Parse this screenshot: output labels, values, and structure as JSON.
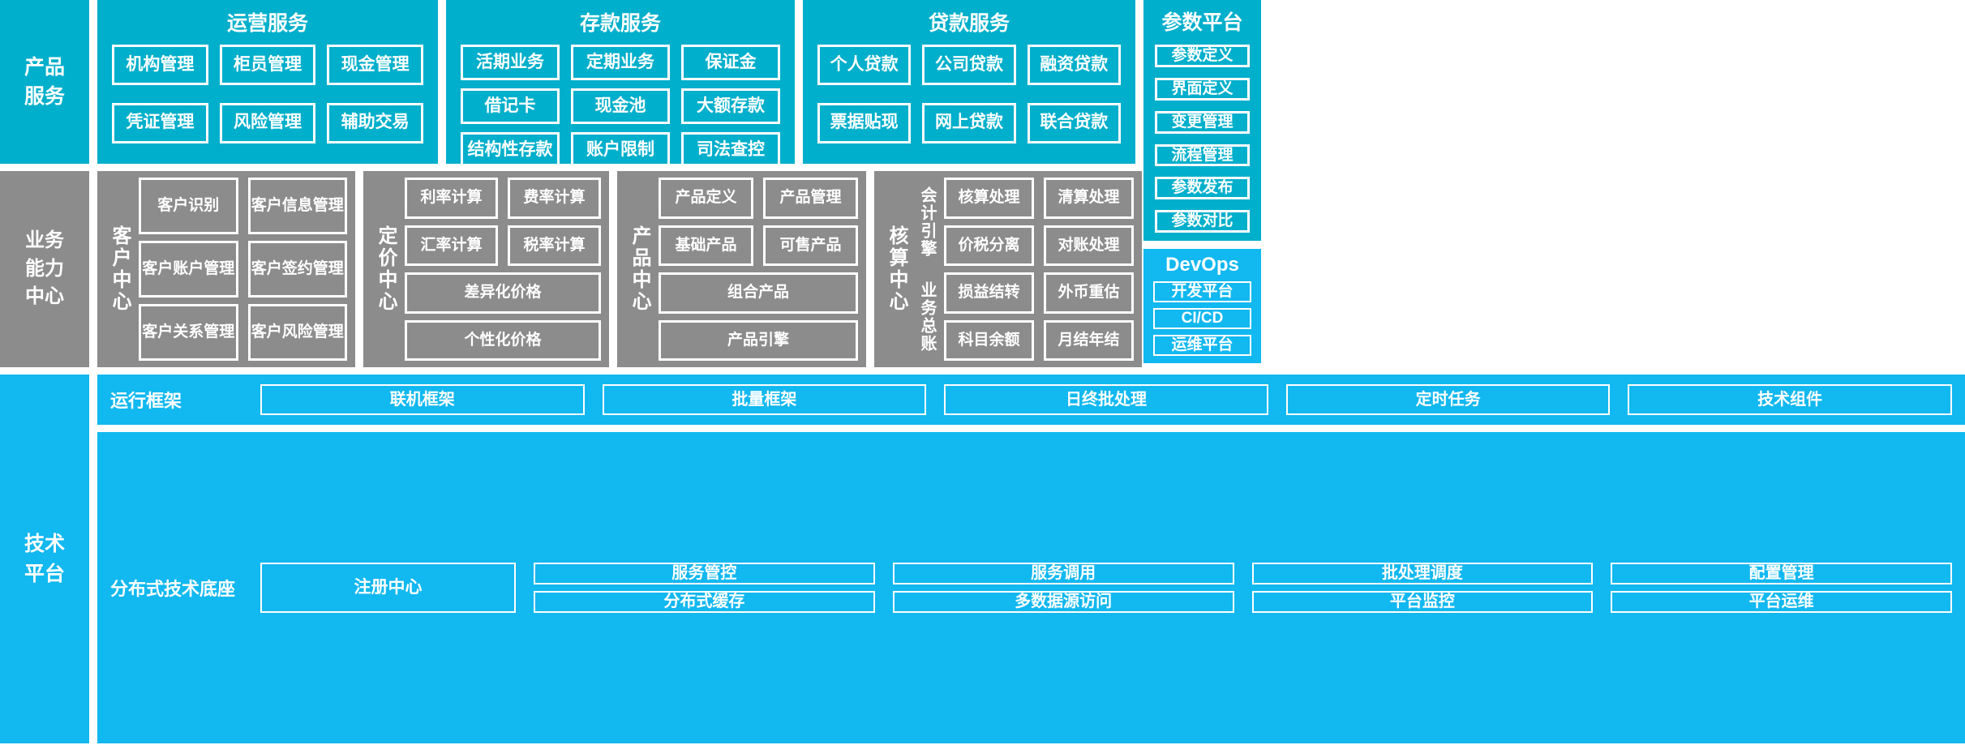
{
  "layers": {
    "product_services": {
      "label": "产品\n服务",
      "groups": [
        {
          "title": "运营服务",
          "items": [
            "机构管理",
            "柜员管理",
            "现金管理",
            "凭证管理",
            "风险管理",
            "辅助交易"
          ]
        },
        {
          "title": "存款服务",
          "items": [
            "活期业务",
            "定期业务",
            "保证金",
            "借记卡",
            "现金池",
            "大额存款",
            "结构性存款",
            "账户限制",
            "司法查控"
          ]
        },
        {
          "title": "贷款服务",
          "items": [
            "个人贷款",
            "公司贷款",
            "融资贷款",
            "票据贴现",
            "网上贷款",
            "联合贷款"
          ]
        }
      ]
    },
    "business_capability": {
      "label": "业务\n能力\n中心",
      "centers": [
        {
          "name": "客户中心",
          "rows": [
            [
              "客户识别",
              "客户信息管理"
            ],
            [
              "客户账户管理",
              "客户签约管理"
            ],
            [
              "客户关系管理",
              "客户风险管理"
            ]
          ]
        },
        {
          "name": "定价中心",
          "rows": [
            [
              "利率计算",
              "费率计算"
            ],
            [
              "汇率计算",
              "税率计算"
            ],
            [
              "差异化价格"
            ],
            [
              "个性化价格"
            ]
          ]
        },
        {
          "name": "产品中心",
          "rows": [
            [
              "产品定义",
              "产品管理"
            ],
            [
              "基础产品",
              "可售产品"
            ],
            [
              "组合产品"
            ],
            [
              "产品引擎"
            ]
          ]
        },
        {
          "name": "核算中心",
          "subgroups": [
            {
              "name": "会计引擎",
              "rows": [
                [
                  "核算处理",
                  "清算处理"
                ],
                [
                  "价税分离",
                  "对账处理"
                ]
              ]
            },
            {
              "name": "业务总账",
              "rows": [
                [
                  "损益结转",
                  "外币重估"
                ],
                [
                  "科目余额",
                  "月结年结"
                ]
              ]
            }
          ]
        }
      ]
    },
    "technology_platform": {
      "label": "技术\n平台",
      "bands": [
        {
          "label": "运行框架",
          "items": [
            "联机框架",
            "批量框架",
            "日终批处理",
            "定时任务",
            "技术组件"
          ]
        },
        {
          "label": "分布式技术底座",
          "registry": "注册中心",
          "columns": [
            [
              "服务管控",
              "分布式缓存"
            ],
            [
              "服务调用",
              "多数据源访问"
            ],
            [
              "批处理调度",
              "平台监控"
            ],
            [
              "配置管理",
              "平台运维"
            ]
          ]
        }
      ]
    },
    "parameter_platform": {
      "title": "参数平台",
      "items": [
        "参数定义",
        "界面定义",
        "变更管理",
        "流程管理",
        "参数发布",
        "参数对比"
      ]
    },
    "devops": {
      "title": "DevOps",
      "items": [
        "开发平台",
        "CI/CD",
        "运维平台"
      ]
    }
  },
  "colors": {
    "teal": "#00AFCB",
    "gray": "#8C8C8C",
    "bright_blue": "#12B8F0",
    "border": "#FFFFFF"
  }
}
